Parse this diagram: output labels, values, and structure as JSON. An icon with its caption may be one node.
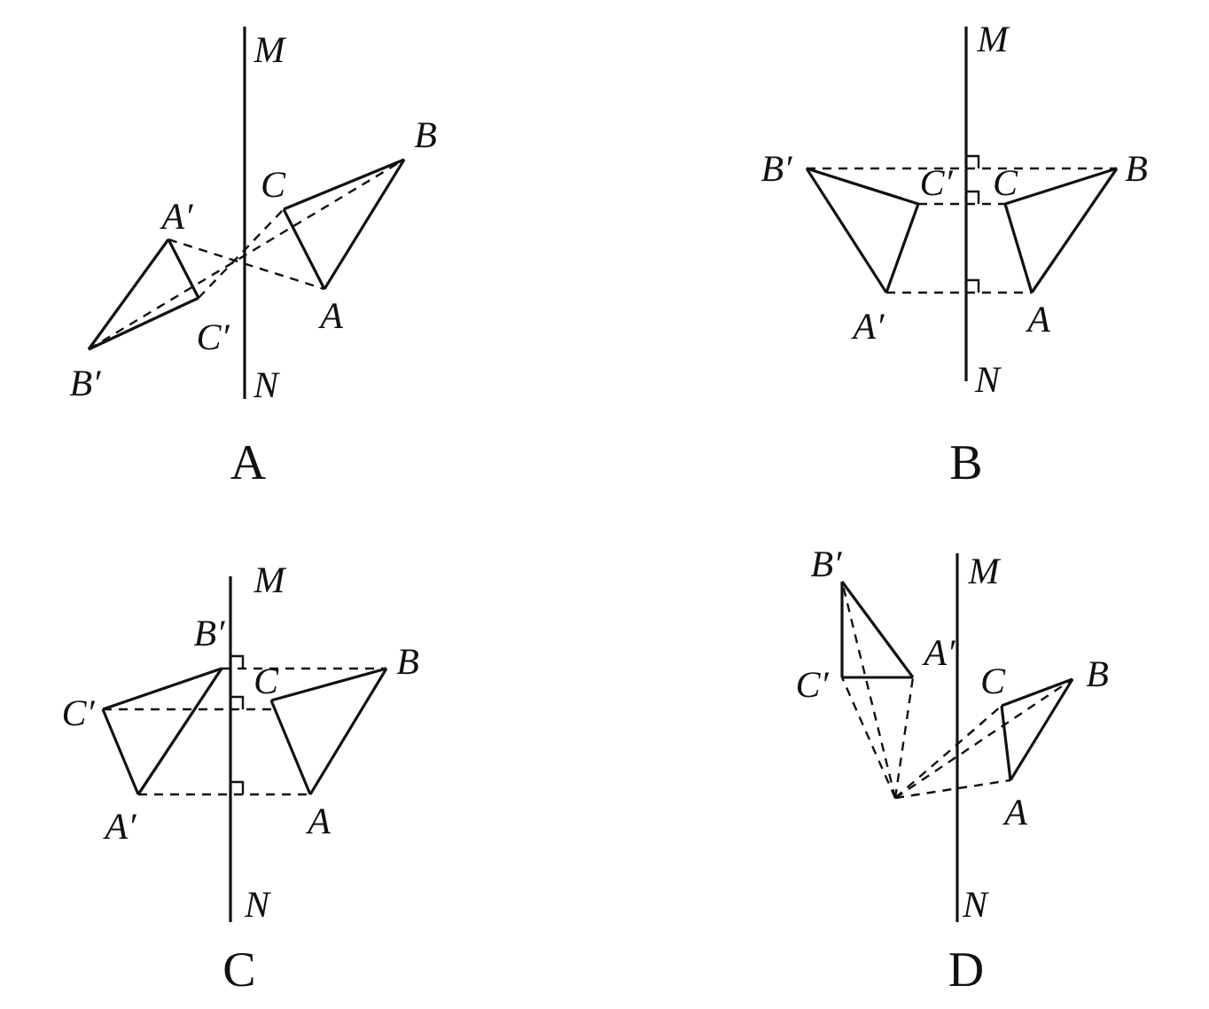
{
  "diagram": {
    "labels": [
      "M",
      "A′",
      "C",
      "B",
      "C′",
      "A",
      "B′",
      "N",
      "A",
      "M",
      "B′",
      "C′",
      "C",
      "B",
      "A′",
      "A",
      "N",
      "B",
      "M",
      "B′",
      "C′",
      "C",
      "B",
      "A′",
      "A",
      "N",
      "C",
      "B′",
      "M",
      "A′",
      "C′",
      "C",
      "B",
      "A",
      "N",
      "D"
    ]
  }
}
